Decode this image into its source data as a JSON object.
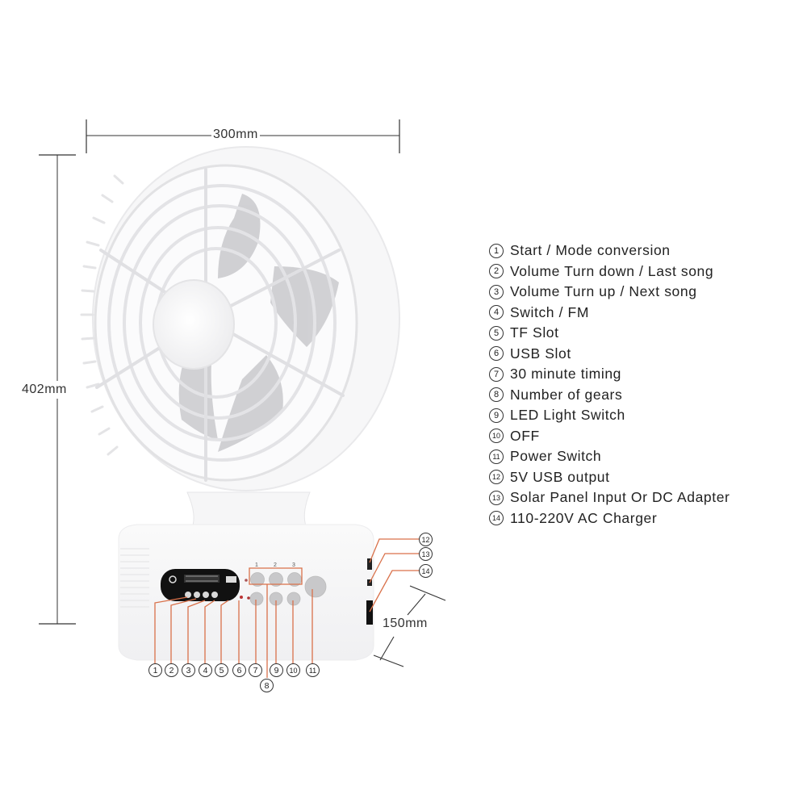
{
  "dimensions": {
    "width": "300mm",
    "height": "402mm",
    "depth": "150mm"
  },
  "colors": {
    "callout_line": "#d9714a",
    "dimension_line": "#333333",
    "fan_blade": "#c8c8cc",
    "panel": "#111111",
    "button": "#c9c9cb"
  },
  "legend": {
    "items": [
      {
        "num": "1",
        "label": "Start / Mode conversion"
      },
      {
        "num": "2",
        "label": "Volume Turn down / Last song"
      },
      {
        "num": "3",
        "label": "Volume Turn up / Next song"
      },
      {
        "num": "4",
        "label": "Switch / FM"
      },
      {
        "num": "5",
        "label": "TF Slot"
      },
      {
        "num": "6",
        "label": "USB Slot"
      },
      {
        "num": "7",
        "label": "30 minute timing"
      },
      {
        "num": "8",
        "label": "Number of gears"
      },
      {
        "num": "9",
        "label": "LED Light Switch"
      },
      {
        "num": "10",
        "label": "OFF"
      },
      {
        "num": "11",
        "label": "Power Switch"
      },
      {
        "num": "12",
        "label": "5V USB output"
      },
      {
        "num": "13",
        "label": "Solar Panel Input Or DC Adapter"
      },
      {
        "num": "14",
        "label": "110-220V AC Charger"
      }
    ]
  },
  "callouts": {
    "bottom": [
      "1",
      "2",
      "3",
      "4",
      "5",
      "6",
      "7",
      "8",
      "9",
      "10",
      "11"
    ],
    "side": [
      "12",
      "13",
      "14"
    ]
  },
  "gear_marks": [
    "1",
    "2",
    "3"
  ]
}
